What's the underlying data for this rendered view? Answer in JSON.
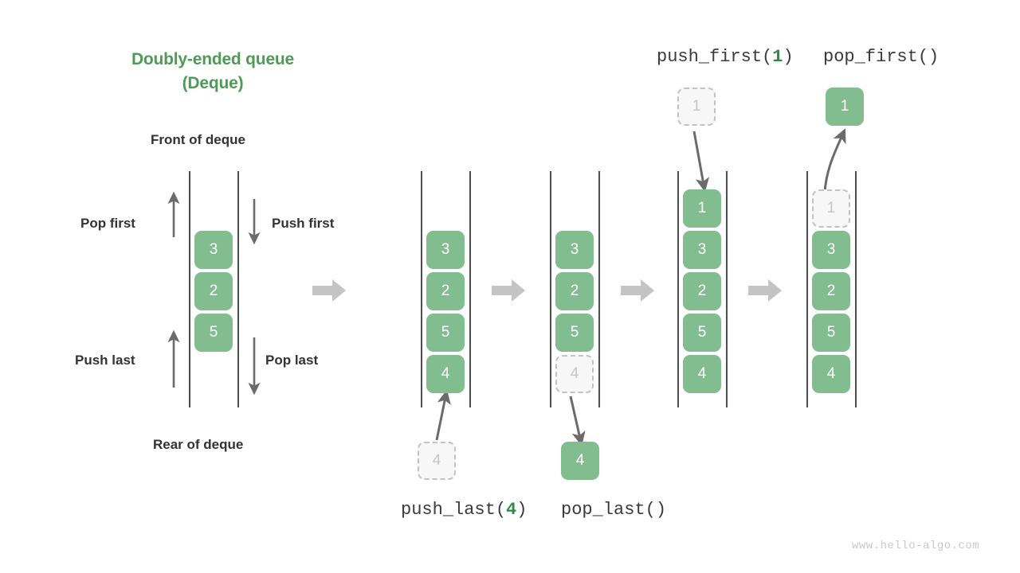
{
  "diagram": {
    "title_line1": "Doubly-ended queue",
    "title_line2": "(Deque)",
    "front_label": "Front of deque",
    "rear_label": "Rear of deque",
    "watermark": "www.hello-algo.com",
    "accent_green": "#4E9A56",
    "cell_green": "#81BD8E",
    "ghost_gray": "#c6c6c6",
    "rail_gray": "#4d4d4d",
    "block_arrow_gray": "#c4c4c4",
    "thin_arrow_gray": "#6b6b6b"
  },
  "operations": {
    "pop_first_label": "Pop first",
    "push_first_label": "Push first",
    "push_last_label": "Push last",
    "pop_last_label": "Pop last"
  },
  "captions": {
    "push_last": {
      "name": "push_last(",
      "arg": "4",
      "close": ")"
    },
    "pop_last": {
      "name": "pop_last()",
      "arg": "",
      "close": ""
    },
    "push_first": {
      "name": "push_first(",
      "arg": "1",
      "close": ")"
    },
    "pop_first": {
      "name": "pop_first()",
      "arg": "",
      "close": ""
    }
  },
  "stages": [
    {
      "id": "initial",
      "cells": [
        {
          "value": "3",
          "state": "solid"
        },
        {
          "value": "2",
          "state": "solid"
        },
        {
          "value": "5",
          "state": "solid"
        }
      ]
    },
    {
      "id": "after-push-last",
      "cells": [
        {
          "value": "3",
          "state": "solid"
        },
        {
          "value": "2",
          "state": "solid"
        },
        {
          "value": "5",
          "state": "solid"
        },
        {
          "value": "4",
          "state": "solid"
        }
      ],
      "external": {
        "value": "4",
        "state": "ghost"
      }
    },
    {
      "id": "after-pop-last",
      "cells": [
        {
          "value": "3",
          "state": "solid"
        },
        {
          "value": "2",
          "state": "solid"
        },
        {
          "value": "5",
          "state": "solid"
        },
        {
          "value": "4",
          "state": "ghost"
        }
      ],
      "external": {
        "value": "4",
        "state": "solid"
      }
    },
    {
      "id": "after-push-first",
      "cells": [
        {
          "value": "1",
          "state": "solid"
        },
        {
          "value": "3",
          "state": "solid"
        },
        {
          "value": "2",
          "state": "solid"
        },
        {
          "value": "5",
          "state": "solid"
        },
        {
          "value": "4",
          "state": "solid"
        }
      ],
      "external": {
        "value": "1",
        "state": "ghost"
      }
    },
    {
      "id": "after-pop-first",
      "cells": [
        {
          "value": "1",
          "state": "ghost"
        },
        {
          "value": "3",
          "state": "solid"
        },
        {
          "value": "2",
          "state": "solid"
        },
        {
          "value": "5",
          "state": "solid"
        },
        {
          "value": "4",
          "state": "solid"
        }
      ],
      "external": {
        "value": "1",
        "state": "solid"
      }
    }
  ]
}
